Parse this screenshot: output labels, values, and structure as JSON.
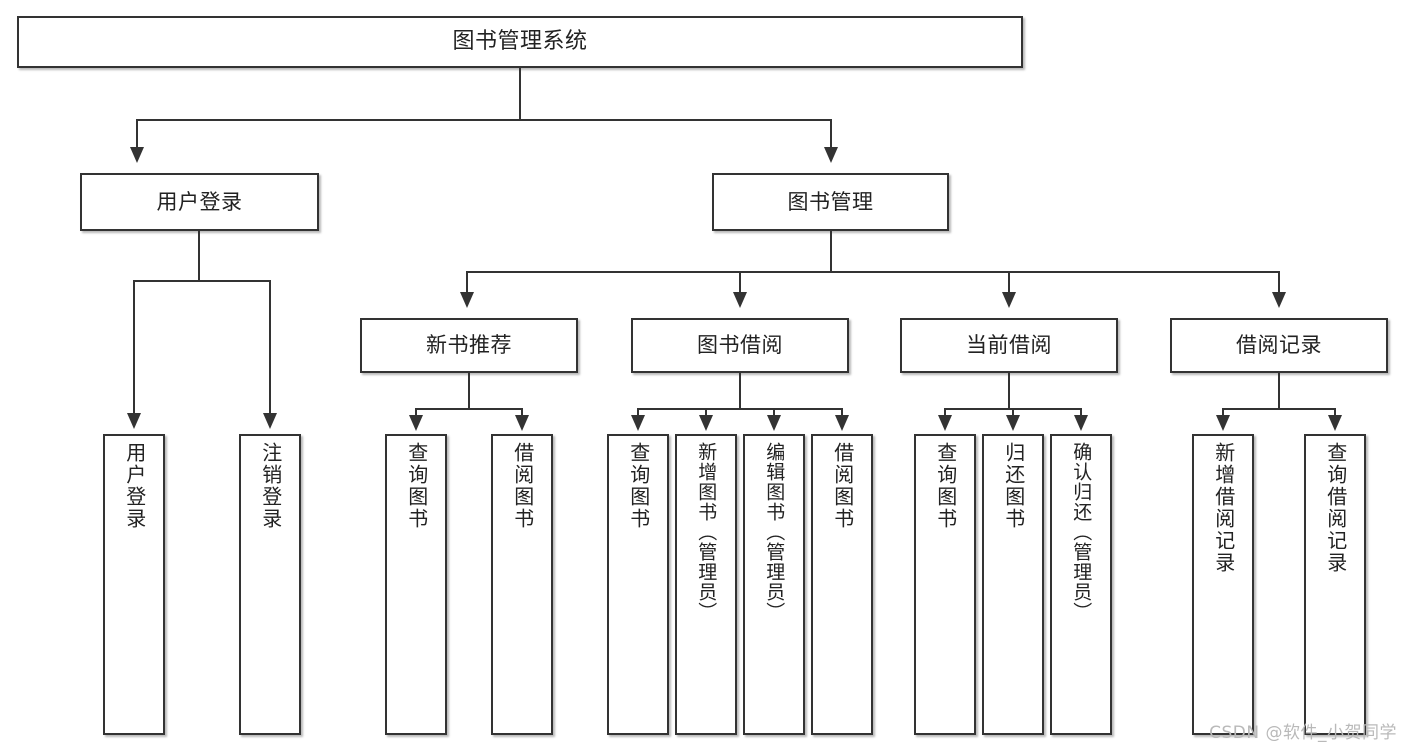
{
  "diagram": {
    "type": "tree-hierarchy",
    "title": "图书管理系统",
    "root": {
      "id": "root",
      "label": "图书管理系统"
    },
    "level2": [
      {
        "id": "user-login",
        "label": "用户登录"
      },
      {
        "id": "book-manage",
        "label": "图书管理"
      }
    ],
    "level3": [
      {
        "id": "new-book-recommend",
        "label": "新书推荐",
        "parent": "book-manage"
      },
      {
        "id": "book-borrow",
        "label": "图书借阅",
        "parent": "book-manage"
      },
      {
        "id": "current-borrow",
        "label": "当前借阅",
        "parent": "book-manage"
      },
      {
        "id": "borrow-record",
        "label": "借阅记录",
        "parent": "book-manage"
      }
    ],
    "leaves": {
      "user_login": [
        {
          "id": "leaf-user-login",
          "label": "用户登录"
        },
        {
          "id": "leaf-user-logout",
          "label": "注销登录"
        }
      ],
      "new_book_recommend": [
        {
          "id": "leaf-query-book-1",
          "label": "查询图书"
        },
        {
          "id": "leaf-borrow-book-1",
          "label": "借阅图书"
        }
      ],
      "book_borrow": [
        {
          "id": "leaf-query-book-2",
          "label": "查询图书"
        },
        {
          "id": "leaf-add-book",
          "label": "新增图书（管理员）"
        },
        {
          "id": "leaf-edit-book",
          "label": "编辑图书（管理员）"
        },
        {
          "id": "leaf-borrow-book-2",
          "label": "借阅图书"
        }
      ],
      "current_borrow": [
        {
          "id": "leaf-query-book-3",
          "label": "查询图书"
        },
        {
          "id": "leaf-return-book",
          "label": "归还图书"
        },
        {
          "id": "leaf-confirm-return",
          "label": "确认归还（管理员）"
        }
      ],
      "borrow_record": [
        {
          "id": "leaf-add-record",
          "label": "新增借阅记录"
        },
        {
          "id": "leaf-query-record",
          "label": "查询借阅记录"
        }
      ]
    }
  },
  "watermark": {
    "text": "CSDN @软件_小贺同学"
  },
  "colors": {
    "border": "#333333",
    "background": "#ffffff",
    "text": "#222222",
    "watermark": "#b9b9b9"
  }
}
